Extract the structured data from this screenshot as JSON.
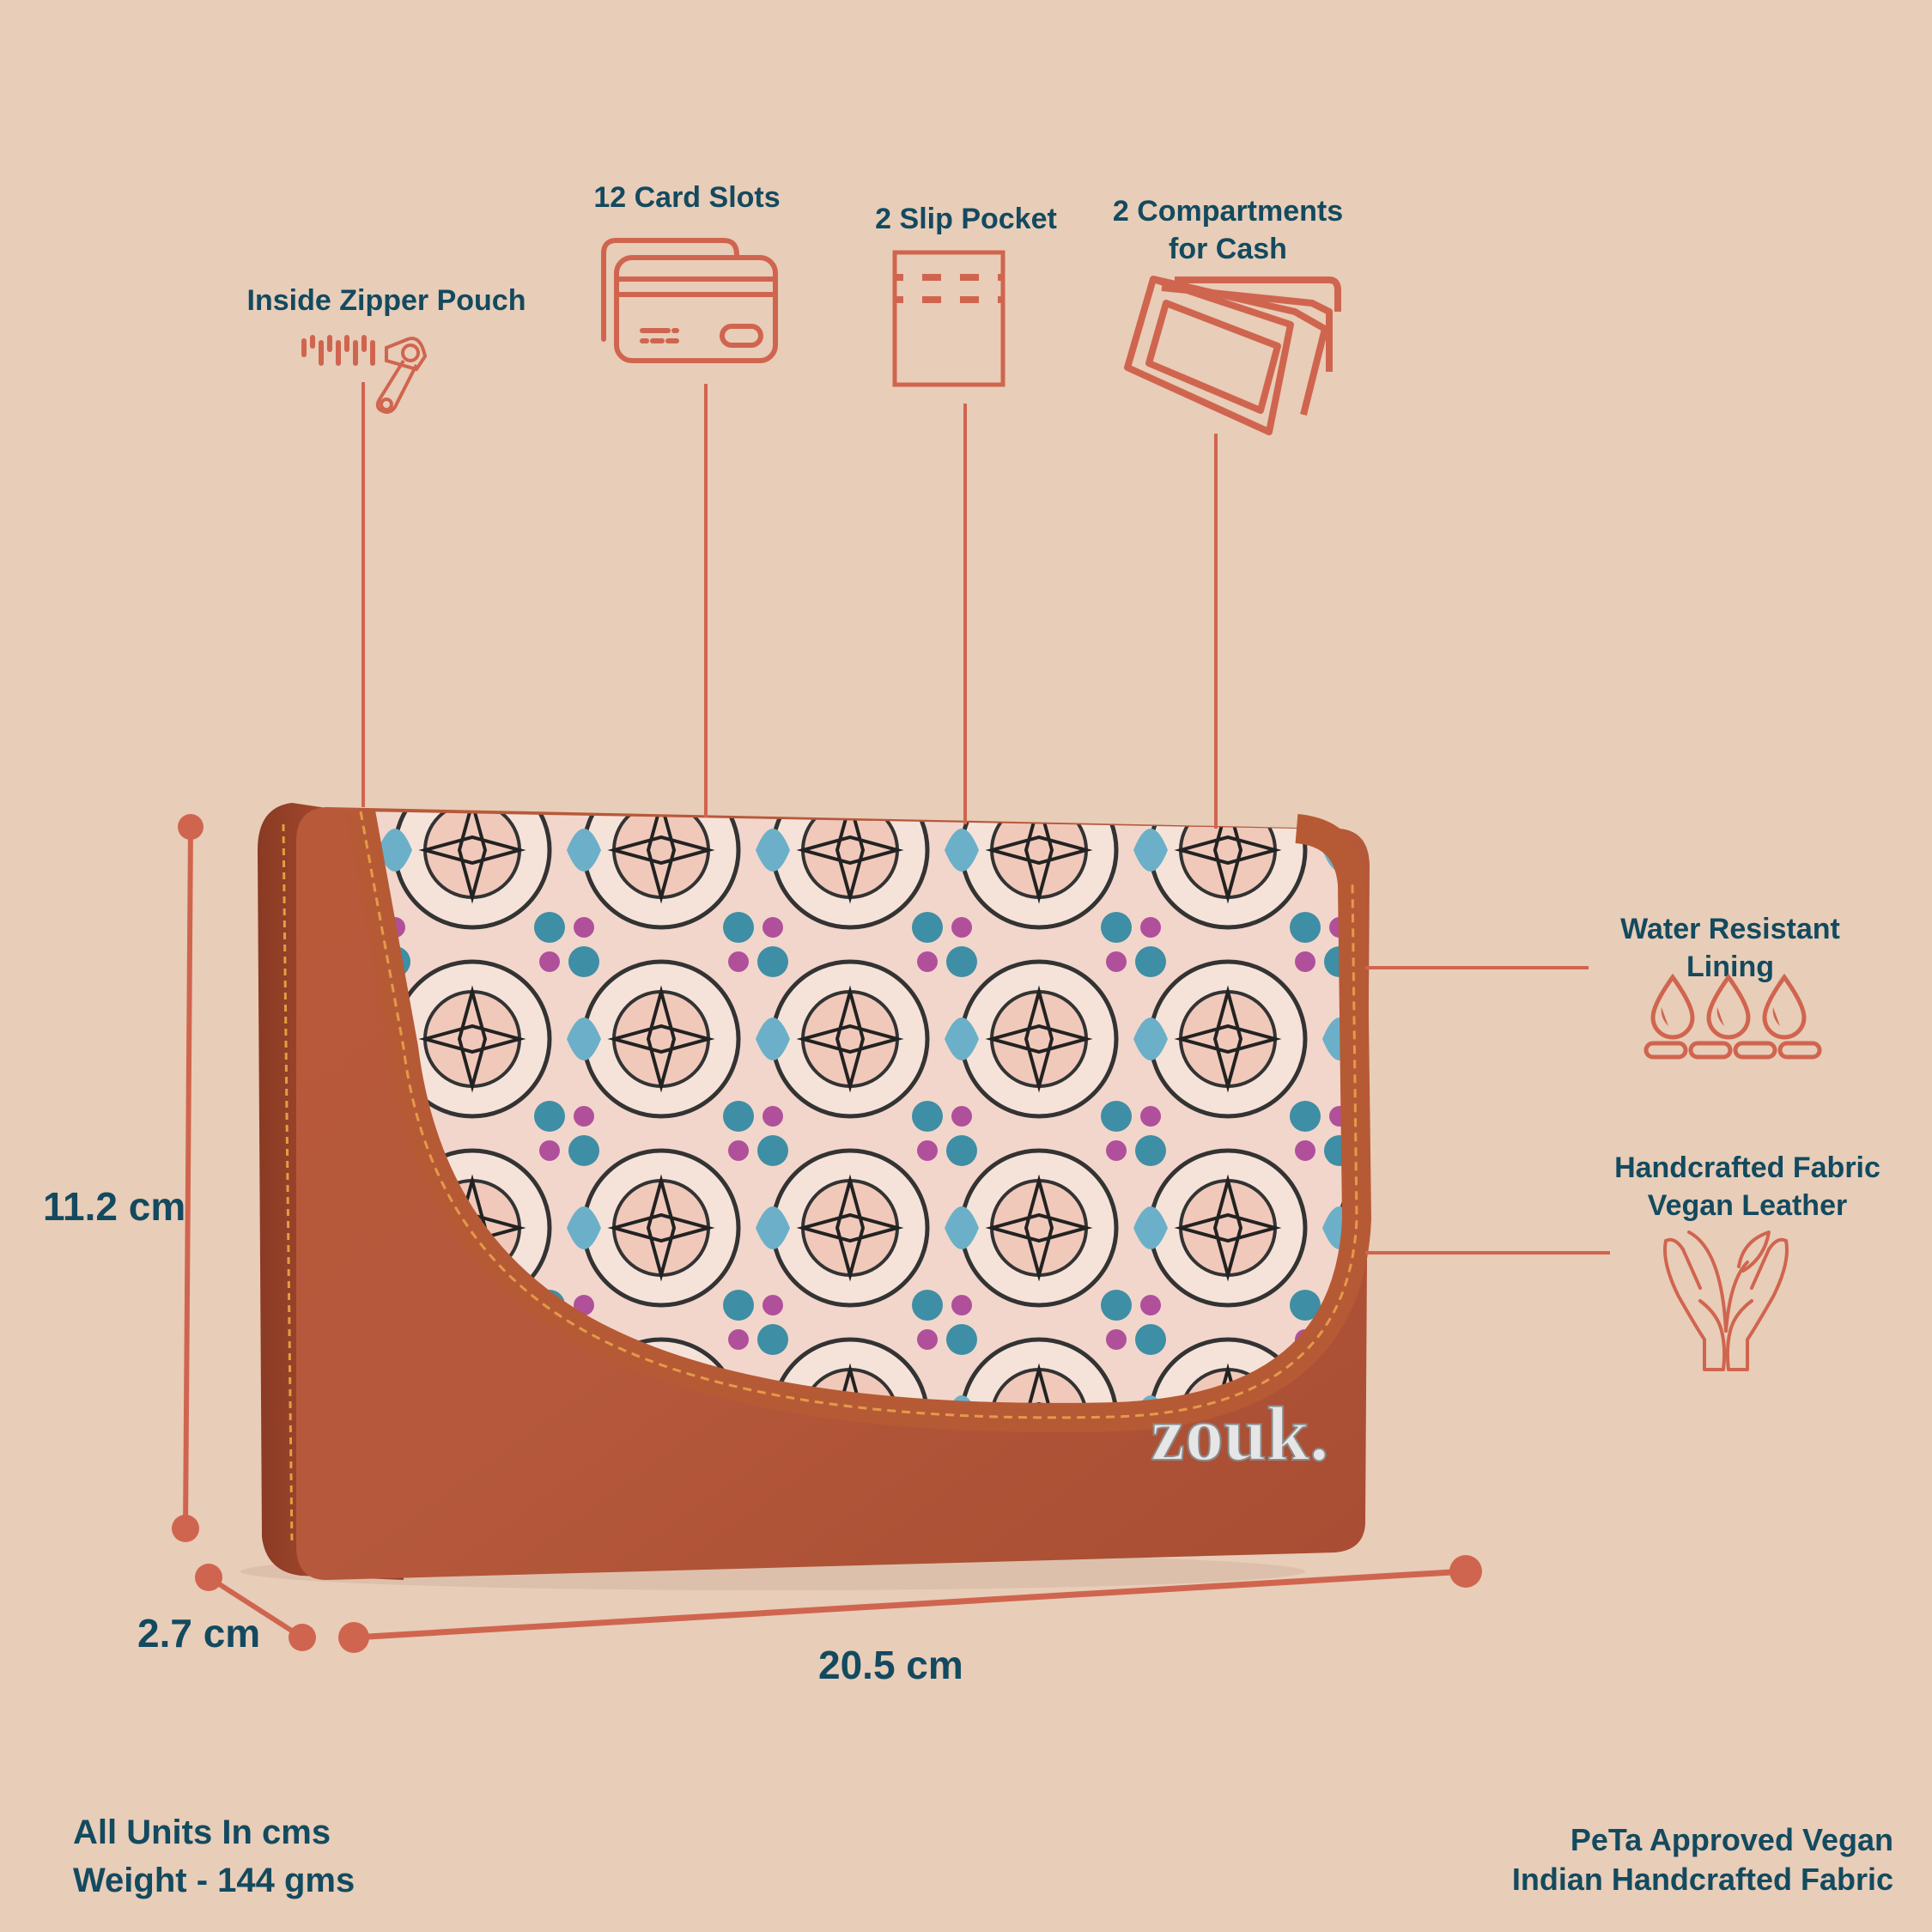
{
  "features": {
    "zipper": {
      "label": "Inside Zipper Pouch",
      "icon": "zipper-icon"
    },
    "cards": {
      "label": "12 Card Slots",
      "icon": "credit-card-icon"
    },
    "slip": {
      "label": "2 Slip Pocket",
      "icon": "slip-pocket-icon"
    },
    "cash": {
      "line1": "2 Compartments",
      "line2": "for Cash",
      "icon": "cash-bills-icon"
    },
    "water": {
      "line1": "Water Resistant",
      "line2": "Lining",
      "icon": "water-drops-icon"
    },
    "material": {
      "line1": "Handcrafted Fabric",
      "line2": "Vegan Leather",
      "icon": "hands-leaf-icon"
    }
  },
  "dimensions": {
    "height": "11.2 cm",
    "depth": "2.7 cm",
    "width": "20.5 cm"
  },
  "footer": {
    "units": "All Units In cms",
    "weight": "Weight - 144 gms",
    "peta": "PeTa Approved Vegan",
    "fabric": "Indian Handcrafted Fabric"
  },
  "product": {
    "brand": "zouk."
  },
  "colors": {
    "background": "#e8cdb8",
    "accent": "#d0654f",
    "text": "#134a5f",
    "leather": "#b25a3c"
  }
}
